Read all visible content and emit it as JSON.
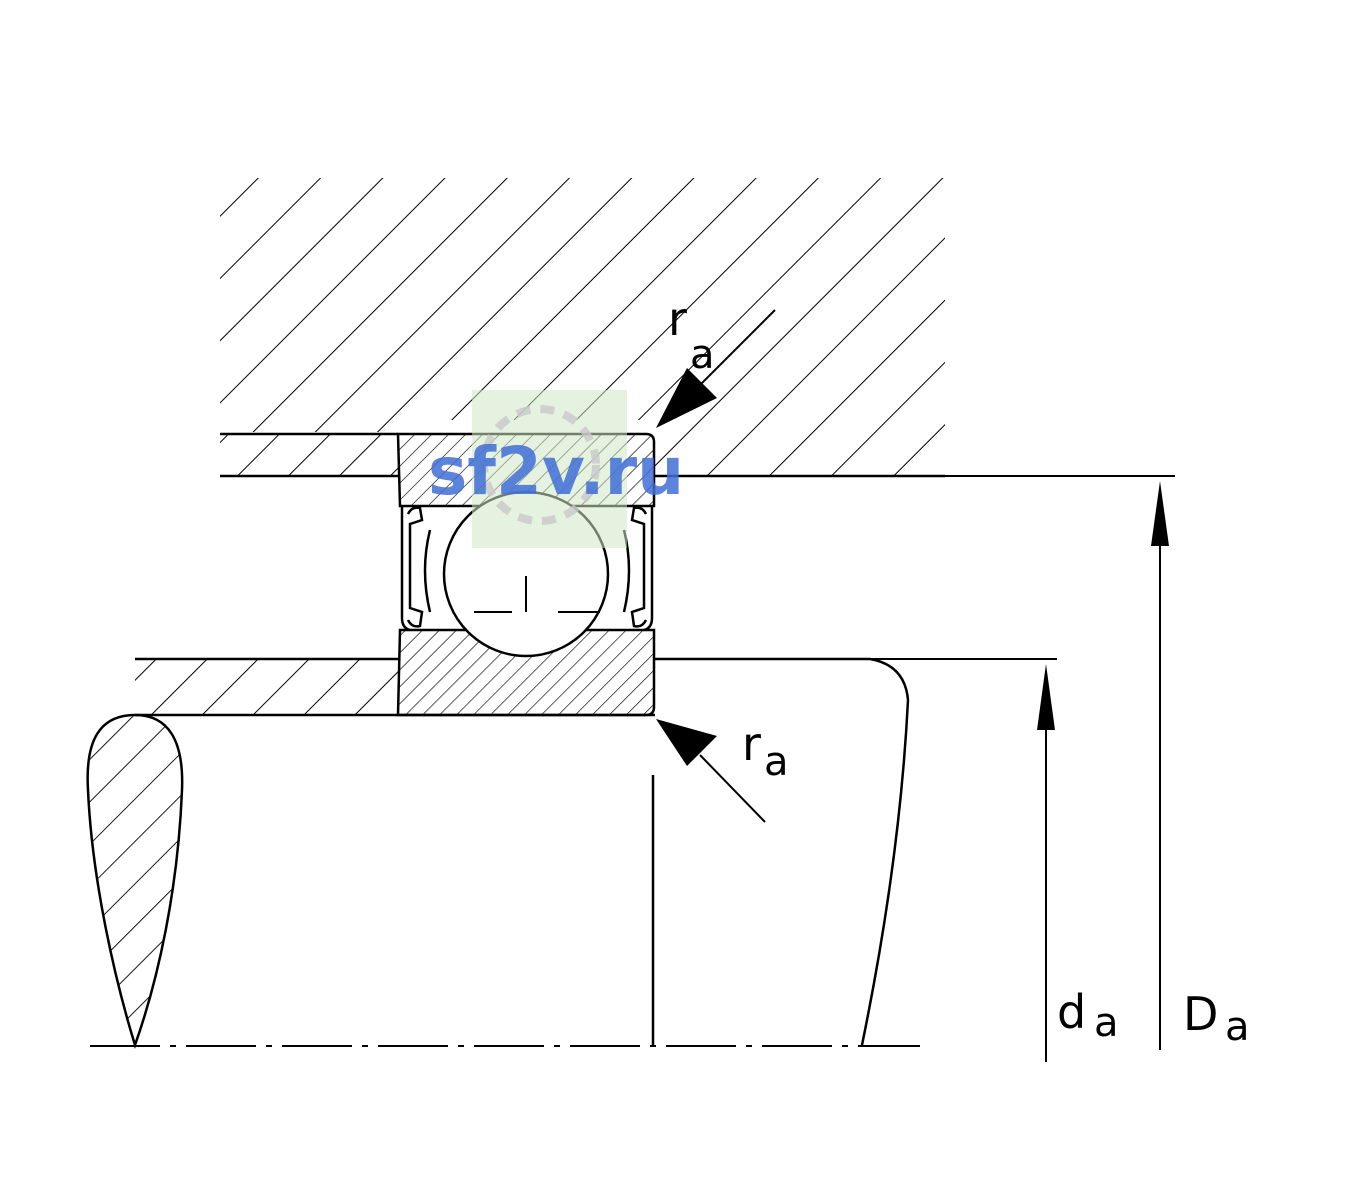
{
  "labels": {
    "ra_top": {
      "main": "r",
      "sub": "a"
    },
    "ra_bottom": {
      "main": "r",
      "sub": "a"
    },
    "da": {
      "main": "d",
      "sub": "a"
    },
    "Da": {
      "main": "D",
      "sub": "a"
    }
  },
  "watermark": {
    "text": "sf2v.ru"
  },
  "colors": {
    "line": "#000000",
    "background": "#ffffff",
    "watermark_text": "#3f6fd6",
    "watermark_box": "#cfe8c4"
  }
}
